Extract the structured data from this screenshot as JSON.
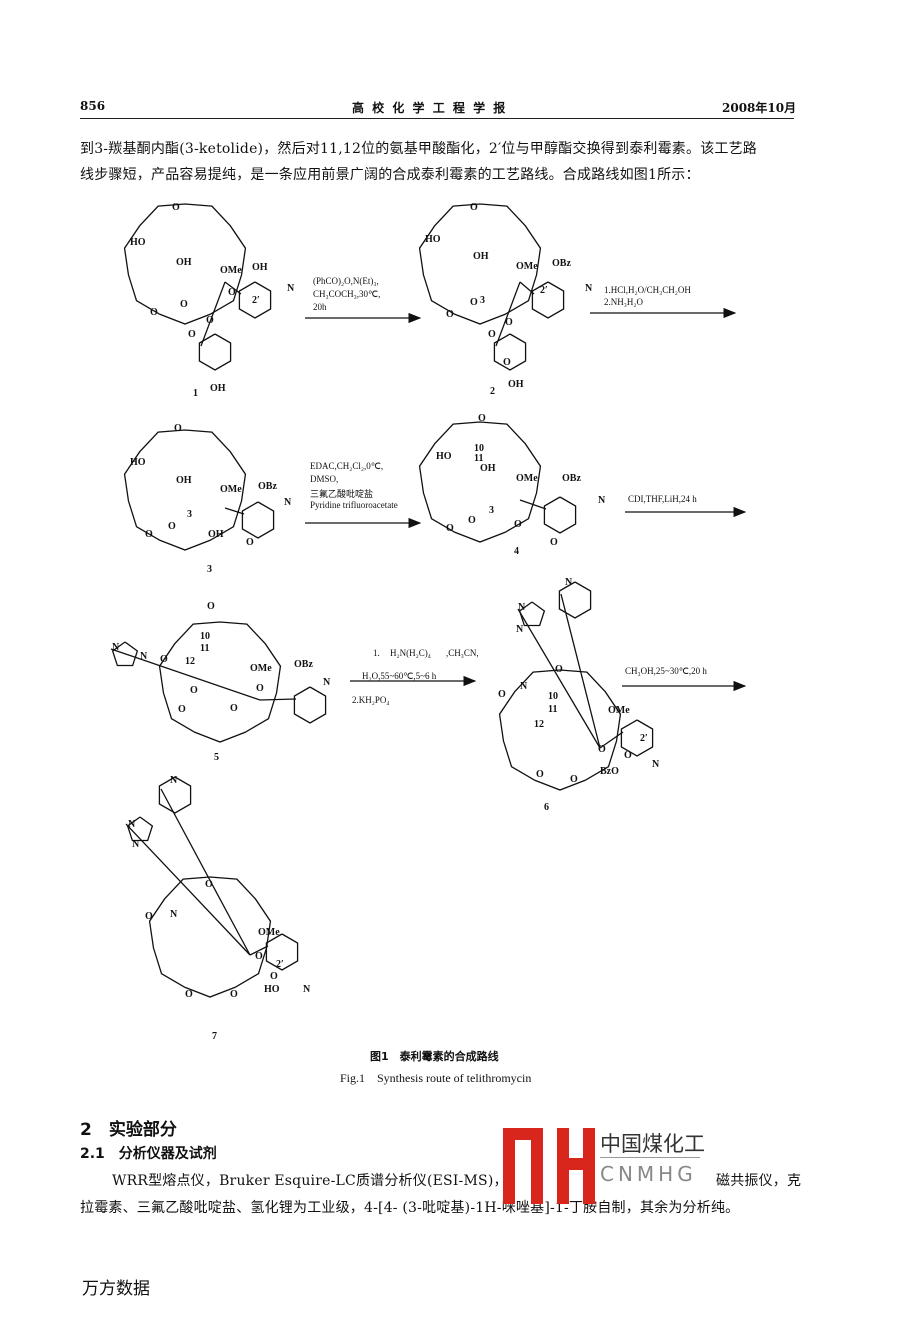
{
  "header": {
    "page_number": "856",
    "journal_title": "高 校 化 学 工 程 学 报",
    "date": "2008年10月"
  },
  "intro": {
    "line1": "到3-羰基酮内酯(3-ketolide)，然后对11,12位的氨基甲酸酯化，2′位与甲醇酯交换得到泰利霉素。该工艺路",
    "line2": "线步骤短，产品容易提纯，是一条应用前景广阔的合成泰利霉素的工艺路线。合成路线如图1所示："
  },
  "scheme": {
    "reagents": {
      "step1": [
        "(PhCO)₂O,N(Et)₃,",
        "CH₃COCH₃,30℃,",
        "20h"
      ],
      "step2": [
        "1.HCl,H₂O/CH₃CH₂OH",
        "2.NH₃H₂O"
      ],
      "step3": [
        "EDAC,CH₂Cl₂,0℃,",
        "DMSO,",
        "三氟乙酸吡啶盐",
        "Pyridine trifluoroacetate"
      ],
      "step4": [
        "CDI,THF,LiH,24 h"
      ],
      "step5": [
        "1.",
        "H₂N(H₂C)₄",
        ",CH₃CN,",
        "H₂O,55~60℃,5~6 h",
        "2.KH₂PO₄"
      ],
      "step6": [
        "CH₃OH,25~30℃,20 h"
      ]
    },
    "compounds": [
      {
        "number": "1",
        "labels": [
          "O",
          "HO",
          "OH",
          "OMe",
          "OH",
          "2′",
          "N",
          "O",
          "O",
          "O",
          "O",
          "O",
          "OH"
        ]
      },
      {
        "number": "2",
        "labels": [
          "O",
          "HO",
          "OH",
          "OMe",
          "OBz",
          "2′",
          "N",
          "O",
          "O",
          "3",
          "O",
          "O",
          "O",
          "OH"
        ]
      },
      {
        "number": "3",
        "labels": [
          "O",
          "HO",
          "OH",
          "OMe",
          "OBz",
          "N",
          "O",
          "O",
          "3",
          "OH",
          "O"
        ]
      },
      {
        "number": "4",
        "labels": [
          "O",
          "10",
          "11",
          "HO",
          "OH",
          "OMe",
          "OBz",
          "N",
          "O",
          "O",
          "3",
          "O",
          "O"
        ]
      },
      {
        "number": "5",
        "labels": [
          "O",
          "N",
          "N",
          "O",
          "10",
          "11",
          "12",
          "OMe",
          "OBz",
          "N",
          "O",
          "O",
          "O",
          "O"
        ]
      },
      {
        "number": "6",
        "labels": [
          "N",
          "N",
          "N",
          "N",
          "O",
          "O",
          "10",
          "11",
          "12",
          "OMe",
          "O",
          "O",
          "2′",
          "BzO",
          "N",
          "O",
          "O"
        ]
      },
      {
        "number": "7",
        "labels": [
          "N",
          "N",
          "N",
          "N",
          "O",
          "O",
          "OMe",
          "O",
          "O",
          "2′",
          "HO",
          "N",
          "O",
          "O"
        ]
      }
    ]
  },
  "figure": {
    "caption_cn": "图1　泰利霉素的合成路线",
    "caption_en": "Fig.1　Synthesis route of telithromycin"
  },
  "section": {
    "heading": "2　实验部分",
    "subheading": "2.1　分析仪器及试剂",
    "para_line1_a": "WRR型熔点仪，Bruker Esquire-LC质谱分析仪(ESI-MS)，",
    "para_line1_b": "磁共振仪，克",
    "para_line2": "拉霉素、三氟乙酸吡啶盐、氢化锂为工业级，4-[4- (3-吡啶基)-1H-咪唑基]-1-丁胺自制，其余为分析纯。"
  },
  "watermark": {
    "cn": "中国煤化工",
    "en": "CNMHG",
    "color": "#d9261c"
  },
  "footer": {
    "source": "万方数据"
  }
}
